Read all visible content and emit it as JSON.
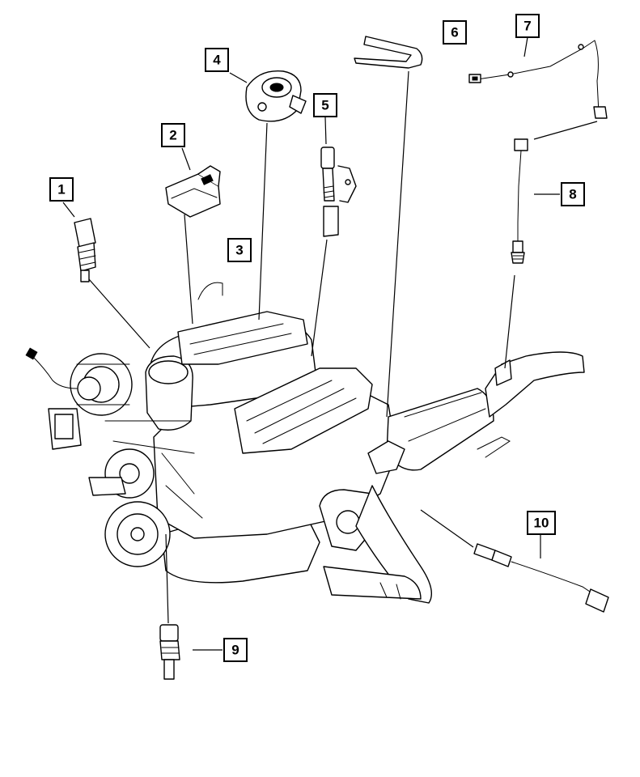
{
  "callouts": [
    {
      "id": "1",
      "label": "1"
    },
    {
      "id": "2",
      "label": "2"
    },
    {
      "id": "3",
      "label": "3"
    },
    {
      "id": "4",
      "label": "4"
    },
    {
      "id": "5",
      "label": "5"
    },
    {
      "id": "6",
      "label": "6"
    },
    {
      "id": "7",
      "label": "7"
    },
    {
      "id": "8",
      "label": "8"
    },
    {
      "id": "9",
      "label": "9"
    },
    {
      "id": "10",
      "label": "10"
    }
  ],
  "colors": {
    "ink": "#000000",
    "paper": "#ffffff"
  }
}
